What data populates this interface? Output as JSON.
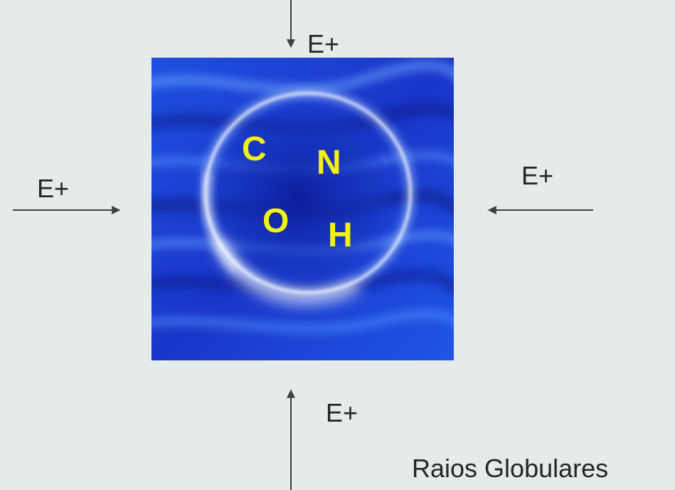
{
  "diagram": {
    "labels": {
      "top": "E+",
      "left": "E+",
      "right": "E+",
      "bottom": "E+"
    },
    "elements": [
      "C",
      "N",
      "O",
      "H"
    ],
    "caption": "Raios Globulares",
    "colors": {
      "background": "#e5eaea",
      "element_text": "#f2f20d",
      "arrow": "#404040",
      "panel_blue": "#1c3fd6"
    }
  }
}
